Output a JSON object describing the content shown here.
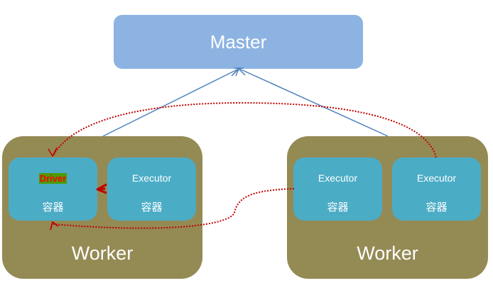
{
  "master": {
    "label": "Master"
  },
  "workers": [
    {
      "label": "Worker",
      "containers": [
        {
          "title": "Driver",
          "subtitle": "容器",
          "highlighted": true
        },
        {
          "title": "Executor",
          "subtitle": "容器"
        }
      ]
    },
    {
      "label": "Worker",
      "containers": [
        {
          "title": "Executor",
          "subtitle": "容器"
        },
        {
          "title": "Executor",
          "subtitle": "容器"
        }
      ]
    }
  ],
  "colors": {
    "master": "#8db3e2",
    "worker": "#948a54",
    "container": "#4bacc6",
    "solid_arrow": "#4f81bd",
    "dotted_arrow": "#c00000",
    "driver_text": "#ff0000",
    "driver_highlight": "#4e9a06"
  },
  "connections": [
    {
      "from": "worker-left",
      "to": "master",
      "style": "solid"
    },
    {
      "from": "worker-right",
      "to": "master",
      "style": "solid"
    },
    {
      "from": "worker-right.executor-2",
      "to": "worker-left.driver",
      "style": "dotted"
    },
    {
      "from": "worker-right.executor-1",
      "to": "worker-left.driver",
      "style": "dotted"
    },
    {
      "from": "worker-left.executor",
      "to": "worker-left.driver",
      "style": "arrowhead"
    }
  ]
}
